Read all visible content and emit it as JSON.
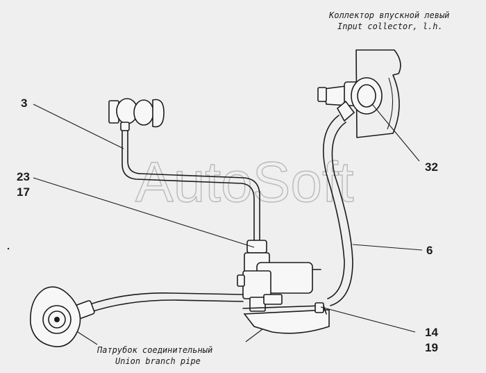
{
  "watermark": "AutoSoft",
  "labels": {
    "intake_ru": "Коллектор впускной левый",
    "intake_en": "Input collector, l.h.",
    "pipe_ru": "Патрубок соединительный",
    "pipe_en": "Union branch pipe",
    "callout_3": "3",
    "callout_23": "23",
    "callout_17": "17",
    "callout_32": "32",
    "callout_6": "6",
    "callout_14": "14",
    "callout_19": "19"
  }
}
